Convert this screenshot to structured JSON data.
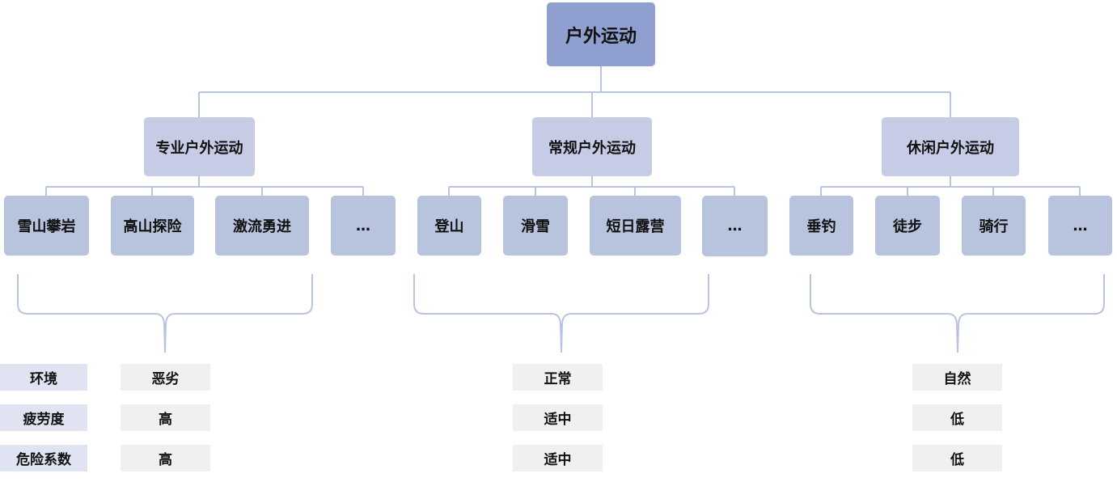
{
  "root": {
    "label": "户外运动"
  },
  "categories": [
    {
      "label": "专业户外运动",
      "items": [
        "雪山攀岩",
        "高山探险",
        "激流勇进",
        "…"
      ],
      "values": [
        "恶劣",
        "高",
        "高"
      ]
    },
    {
      "label": "常规户外运动",
      "items": [
        "登山",
        "滑雪",
        "短日露营",
        "…"
      ],
      "values": [
        "正常",
        "适中",
        "适中"
      ]
    },
    {
      "label": "休闲户外运动",
      "items": [
        "垂钓",
        "徒步",
        "骑行",
        "…"
      ],
      "values": [
        "自然",
        "低",
        "低"
      ]
    }
  ],
  "attributes": [
    "环境",
    "疲劳度",
    "危险系数"
  ],
  "colors": {
    "root": "#8e9fd0",
    "category": "#c7cce6",
    "leaf": "#b8c3de",
    "connector": "#b9c4e0",
    "attribute_key_bg": "#dfe3f2",
    "attribute_value_bg": "#f0f0f0"
  }
}
